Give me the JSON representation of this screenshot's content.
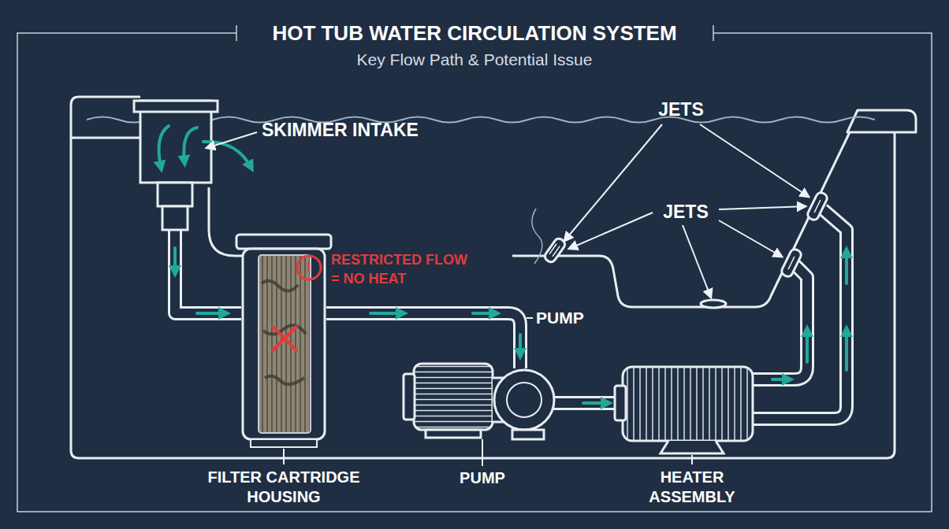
{
  "diagram": {
    "title": "HOT TUB WATER CIRCULATION SYSTEM",
    "labels": [
      "Key Flow Path & Potential Issue",
      "SKIMMER INTAKE",
      "JETS",
      "!",
      "RESTRICTED FLOW = NO HEAT",
      "JETS",
      "PUMP",
      "FILTER CARTRIDGE HOUSING",
      "PUMP",
      "HEATER ASSEMBLY"
    ]
  }
}
